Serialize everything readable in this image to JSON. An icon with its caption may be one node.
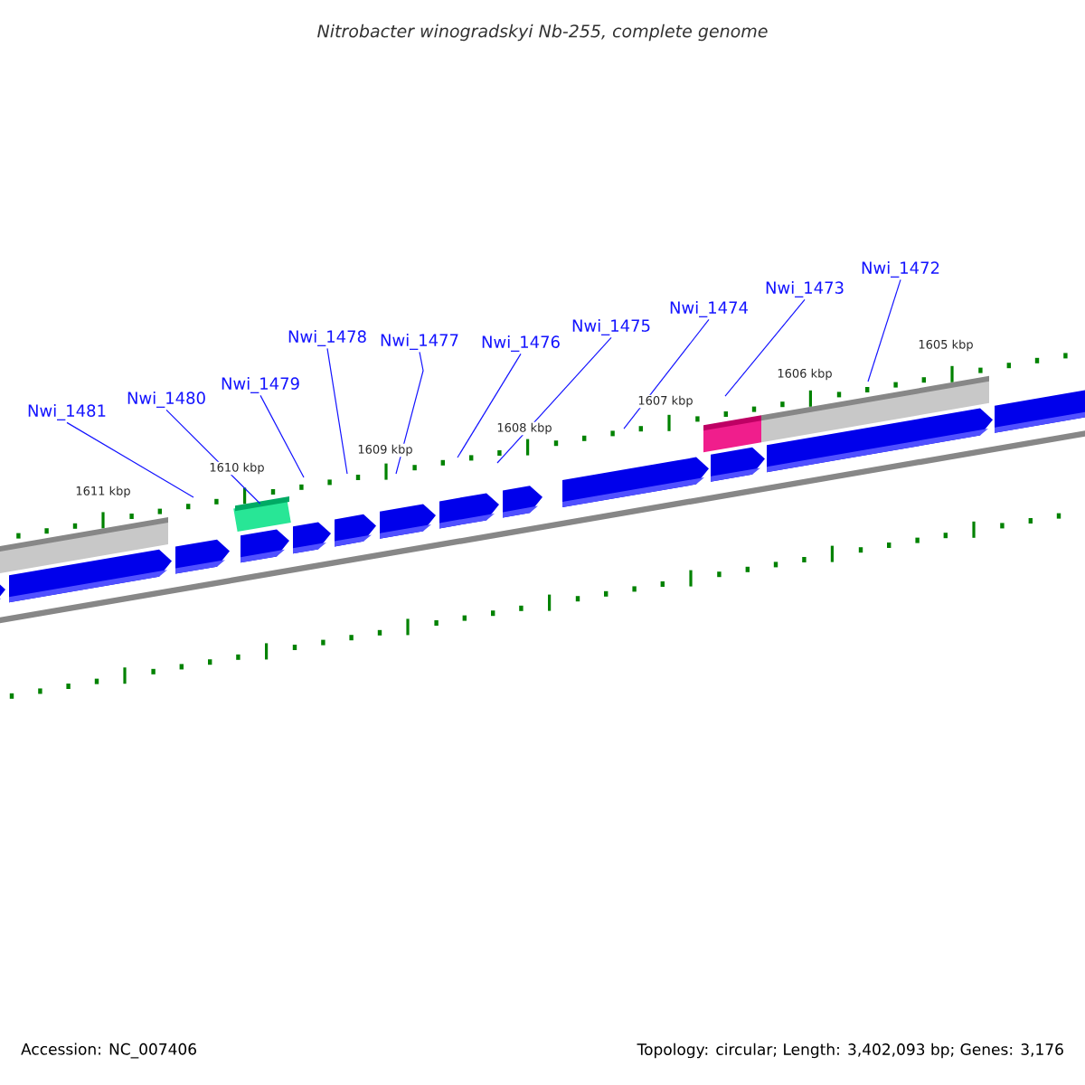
{
  "diagram": {
    "title": "Nitrobacter winogradskyi Nb-255, complete genome",
    "nodes": [
      {
        "text": [
          "Nwi_1481"
        ]
      },
      {
        "text": [
          "Nwi_1480"
        ]
      },
      {
        "text": [
          "Nwi_1479"
        ]
      },
      {
        "text": [
          "Nwi_1478"
        ]
      },
      {
        "text": [
          "Nwi_1477"
        ]
      },
      {
        "text": [
          "Nwi_1476"
        ]
      },
      {
        "text": [
          "Nwi_1475"
        ]
      },
      {
        "text": [
          "Nwi_1474"
        ]
      },
      {
        "text": [
          "Nwi_1473"
        ]
      },
      {
        "text": [
          "Nwi_1472"
        ]
      },
      {
        "text": [],
        "shape": "box"
      }
    ],
    "edges": [
      {
        "from": 0,
        "to": null,
        "arrow": "none"
      },
      {
        "from": 1,
        "to": 10,
        "arrow": "none"
      },
      {
        "from": 2,
        "to": null,
        "arrow": "none"
      },
      {
        "from": 3,
        "to": null,
        "arrow": "none"
      },
      {
        "from": 4,
        "to": null,
        "arrow": "none"
      },
      {
        "from": 5,
        "to": null,
        "arrow": "none"
      },
      {
        "from": 6,
        "to": null,
        "arrow": "none"
      },
      {
        "from": 7,
        "to": null,
        "arrow": "none"
      },
      {
        "from": 8,
        "to": null,
        "arrow": "none"
      },
      {
        "from": 9,
        "to": null,
        "arrow": "none"
      }
    ],
    "labels": [
      "1611 kbp",
      "1610 kbp",
      "1609 kbp",
      "1608 kbp",
      "1607 kbp",
      "1606 kbp",
      "1605 kbp",
      "Accession: NC_007406",
      "Topology: circular; Length: 3,402,093 bp; Genes: 3,176"
    ]
  }
}
